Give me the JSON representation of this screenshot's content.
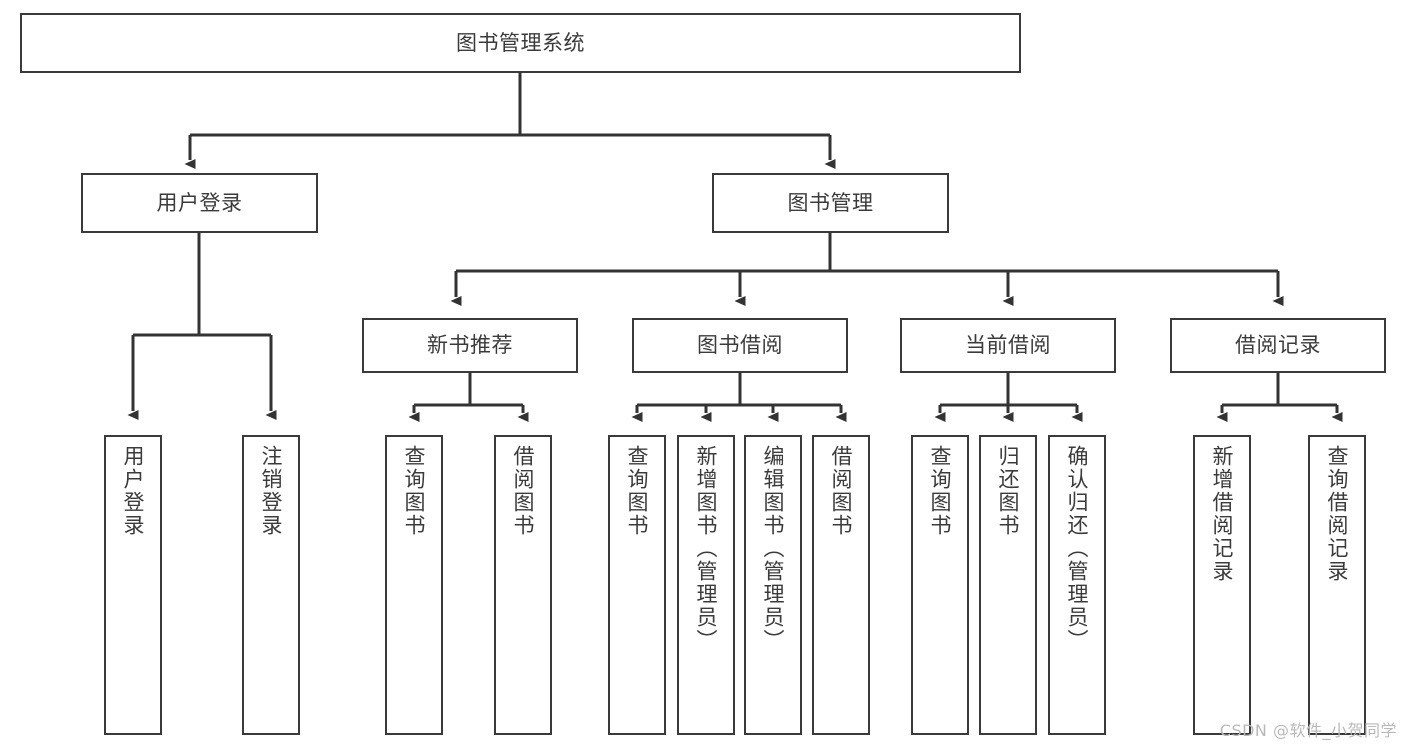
{
  "diagram": {
    "title": "图书管理系统",
    "type": "tree-hierarchy",
    "root": {
      "id": "root",
      "label": "图书管理系统"
    },
    "level2": [
      {
        "id": "user-login",
        "label": "用户登录"
      },
      {
        "id": "book-manage",
        "label": "图书管理"
      }
    ],
    "level3": [
      {
        "id": "new-book-recommend",
        "label": "新书推荐",
        "parent": "book-manage"
      },
      {
        "id": "book-borrow",
        "label": "图书借阅",
        "parent": "book-manage"
      },
      {
        "id": "current-borrow",
        "label": "当前借阅",
        "parent": "book-manage"
      },
      {
        "id": "borrow-record",
        "label": "借阅记录",
        "parent": "book-manage"
      }
    ],
    "leaves": [
      {
        "id": "leaf-user-login",
        "label": "用户登录",
        "parent": "user-login"
      },
      {
        "id": "leaf-user-logout",
        "label": "注销登录",
        "parent": "user-login"
      },
      {
        "id": "leaf-query-book-1",
        "label": "查询图书",
        "parent": "new-book-recommend"
      },
      {
        "id": "leaf-borrow-book-1",
        "label": "借阅图书",
        "parent": "new-book-recommend"
      },
      {
        "id": "leaf-query-book-2",
        "label": "查询图书",
        "parent": "book-borrow"
      },
      {
        "id": "leaf-add-book",
        "label": "新增图书（管理员）",
        "parent": "book-borrow"
      },
      {
        "id": "leaf-edit-book",
        "label": "编辑图书（管理员）",
        "parent": "book-borrow"
      },
      {
        "id": "leaf-borrow-book-2",
        "label": "借阅图书",
        "parent": "book-borrow"
      },
      {
        "id": "leaf-query-book-3",
        "label": "查询图书",
        "parent": "current-borrow"
      },
      {
        "id": "leaf-return-book",
        "label": "归还图书",
        "parent": "current-borrow"
      },
      {
        "id": "leaf-confirm-return",
        "label": "确认归还（管理员）",
        "parent": "current-borrow"
      },
      {
        "id": "leaf-add-record",
        "label": "新增借阅记录",
        "parent": "borrow-record"
      },
      {
        "id": "leaf-query-record",
        "label": "查询借阅记录",
        "parent": "borrow-record"
      }
    ]
  },
  "watermark": {
    "text": "CSDN @软件_小贺同学"
  },
  "colors": {
    "border": "#3a3a3a",
    "text": "#3b3b3b",
    "background": "#ffffff",
    "connector": "#333333",
    "watermark": "#b9b9b9"
  }
}
